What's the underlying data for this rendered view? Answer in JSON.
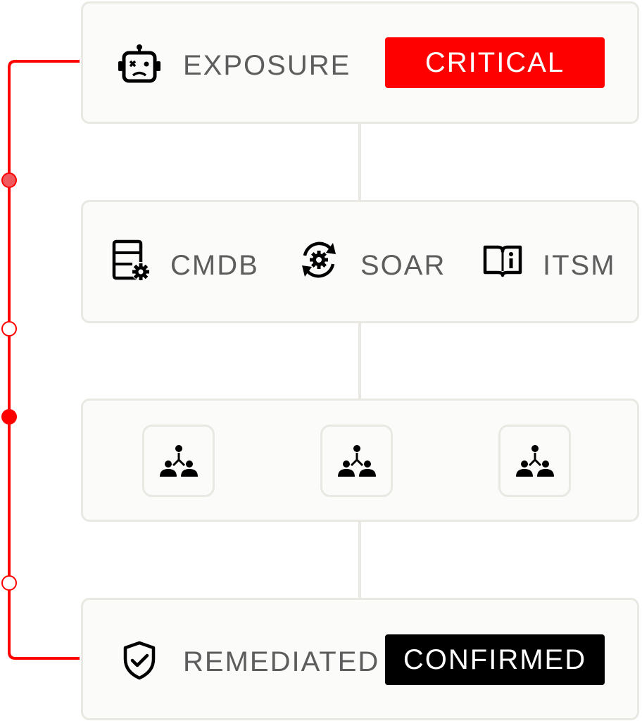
{
  "colors": {
    "accent": "#ff0000",
    "dark": "#000000",
    "muted": "#5d5d5d",
    "border": "#e9e8e3",
    "surface": "#fbfbfa"
  },
  "exposure": {
    "icon": "robot-sad-icon",
    "label": "EXPOSURE",
    "severity": "CRITICAL"
  },
  "integrations": [
    {
      "icon": "database-gear-icon",
      "label": "CMDB"
    },
    {
      "icon": "refresh-gear-icon",
      "label": "SOAR"
    },
    {
      "icon": "info-book-icon",
      "label": "ITSM"
    }
  ],
  "teams": [
    {
      "icon": "team-hierarchy-icon"
    },
    {
      "icon": "team-hierarchy-icon"
    },
    {
      "icon": "team-hierarchy-icon"
    }
  ],
  "remediation": {
    "icon": "shield-check-icon",
    "label": "REMEDIATED",
    "status": "CONFIRMED"
  }
}
